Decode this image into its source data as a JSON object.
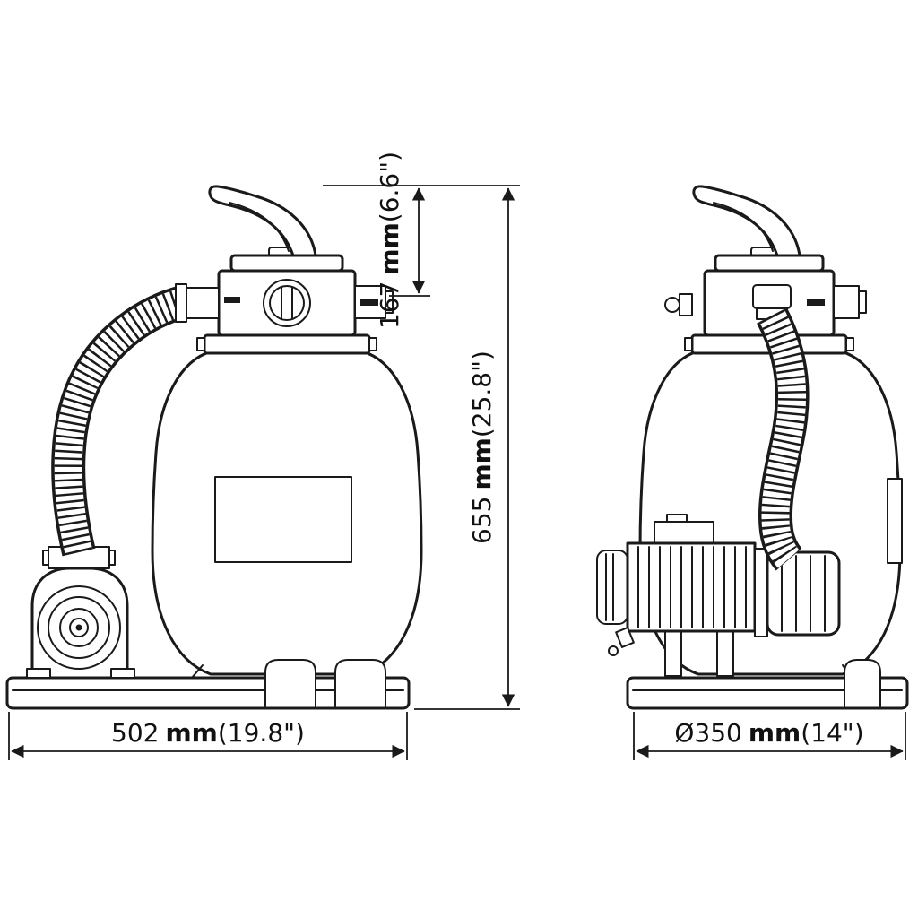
{
  "dimensions": {
    "valve_height": {
      "value": "167",
      "unit": "mm",
      "alt": "(6.6\")"
    },
    "total_height": {
      "value": "655",
      "unit": "mm",
      "alt": "(25.8\")"
    },
    "base_width": {
      "value": "502",
      "unit": "mm",
      "alt": "(19.8\")"
    },
    "tank_diameter": {
      "value": "Ø350",
      "unit": "mm",
      "alt": "(14\")"
    }
  },
  "colors": {
    "line": "#1a1a1a",
    "background": "#ffffff"
  }
}
